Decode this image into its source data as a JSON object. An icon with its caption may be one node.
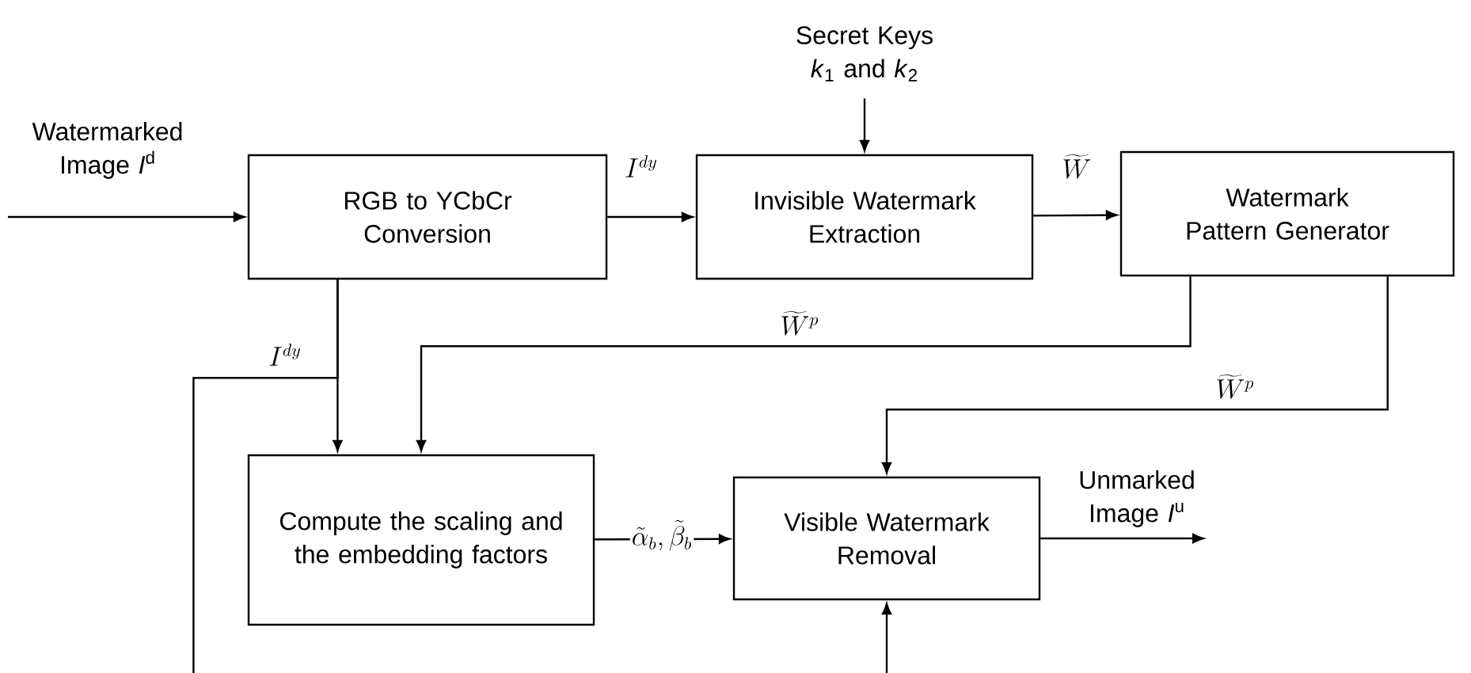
{
  "diagram": {
    "nodes": [
      {
        "text": [
          "RGB to YCbCr Conversion"
        ]
      },
      {
        "text": [
          "Secret Keys *k*$_{1}$ and *k*$_{2}$"
        ]
      },
      {
        "text": [
          "Invisible Watermark Extraction"
        ]
      },
      {
        "text": [
          "Watermark Pattern Generator"
        ]
      },
      {
        "text": [
          "Compute the scaling and the embedding factors"
        ]
      },
      {
        "text": [
          "Visible Watermark Removal"
        ]
      }
    ],
    "edges": [
      {
        "from": null,
        "to": 0,
        "arrow": "to",
        "label": "Watermarked Image *I*$^{d}$"
      },
      {
        "from": 1,
        "to": 2,
        "arrow": "to"
      },
      {
        "from": 0,
        "to": 2,
        "arrow": "to",
        "label": "I^{dy}"
      },
      {
        "from": 2,
        "to": 3,
        "arrow": "to",
        "label": "\\widetilde{W}"
      },
      {
        "from": 3,
        "to": 4,
        "arrow": "to",
        "label": "\\widetilde{W}^{p}"
      },
      {
        "from": 3,
        "to": 5,
        "arrow": "to",
        "label": "\\widetilde{W}^{p}"
      },
      {
        "from": 0,
        "to": 4,
        "arrow": "to"
      },
      {
        "from": 0,
        "to": null,
        "arrow": "none",
        "label": "I^{dy}"
      },
      {
        "from": 4,
        "to": 5,
        "arrow": "to",
        "label": "\\tilde{\\alpha}_{b}, \\tilde{\\beta}_{b}"
      },
      {
        "from": 5,
        "to": null,
        "arrow": "to",
        "label": "Unmarked Image *I*$^{u}$"
      },
      {
        "from": null,
        "to": 5,
        "arrow": "to"
      }
    ]
  }
}
